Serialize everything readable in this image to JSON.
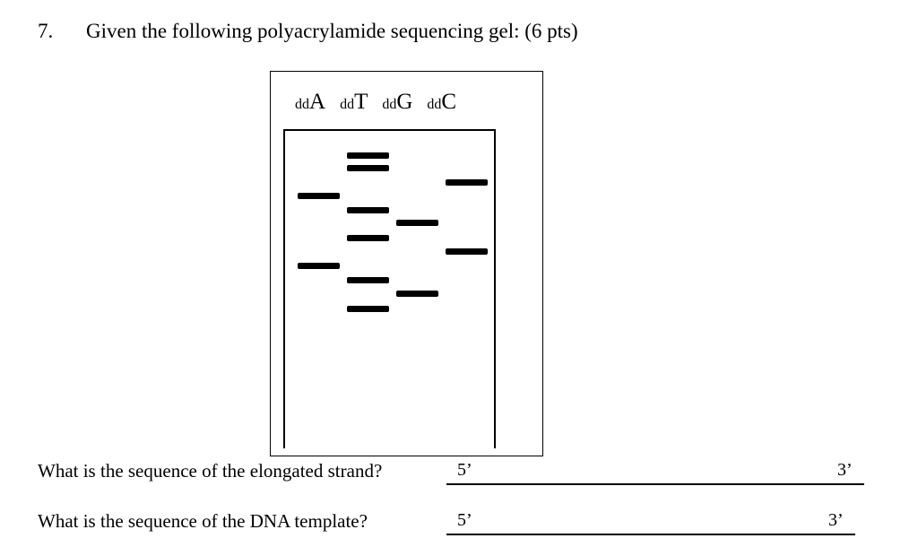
{
  "question": {
    "number": "7.",
    "text": "Given the following polyacrylamide sequencing gel: (6 pts)"
  },
  "gel": {
    "lanes": [
      {
        "prefix": "dd",
        "base": "A"
      },
      {
        "prefix": "dd",
        "base": "T"
      },
      {
        "prefix": "dd",
        "base": "G"
      },
      {
        "prefix": "dd",
        "base": "C"
      }
    ],
    "bands": [
      {
        "lane": "T",
        "row": 1
      },
      {
        "lane": "T",
        "row": 2
      },
      {
        "lane": "C",
        "row": 3
      },
      {
        "lane": "A",
        "row": 4
      },
      {
        "lane": "T",
        "row": 5
      },
      {
        "lane": "G",
        "row": 6
      },
      {
        "lane": "T",
        "row": 7
      },
      {
        "lane": "C",
        "row": 8
      },
      {
        "lane": "A",
        "row": 9
      },
      {
        "lane": "T",
        "row": 10
      },
      {
        "lane": "G",
        "row": 11
      },
      {
        "lane": "T",
        "row": 12
      }
    ]
  },
  "answers": {
    "elongated": {
      "prompt": "What is the sequence of the elongated strand?",
      "start": "5’",
      "end": "3’"
    },
    "template": {
      "prompt": "What is the sequence of the DNA template?",
      "start": "5’",
      "end": "3’"
    }
  }
}
